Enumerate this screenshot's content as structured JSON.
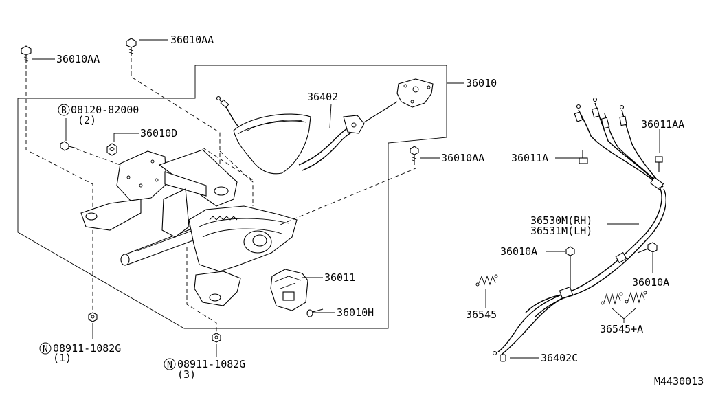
{
  "labels": {
    "bolt_top_left": "36010AA",
    "bolt_top_center": "36010AA",
    "lever_assembly": "36010",
    "front_cable": "36402",
    "bolt_b_code": "08120-82000",
    "bolt_b_qty": "(2)",
    "nut_36010D": "36010D",
    "bolt_right_mid": "36010AA",
    "bracket_36011": "36011",
    "bolt_36010H": "36010H",
    "nut_n1_code": "08911-1082G",
    "nut_n1_qty": "(1)",
    "nut_n3_code": "08911-1082G",
    "nut_n3_qty": "(3)",
    "clip_36011AA": "36011AA",
    "clip_36011A": "36011A",
    "rear_cable_rh": "36530M(RH)",
    "rear_cable_lh": "36531M(LH)",
    "bolt_36010A_left": "36010A",
    "bolt_36010A_right": "36010A",
    "spring_36545": "36545",
    "spring_36545A": "36545+A",
    "adjuster_36402C": "36402C",
    "diagram_code": "M4430013"
  },
  "symbols": {
    "bolt_prefix": "B",
    "nut_prefix": "N"
  }
}
